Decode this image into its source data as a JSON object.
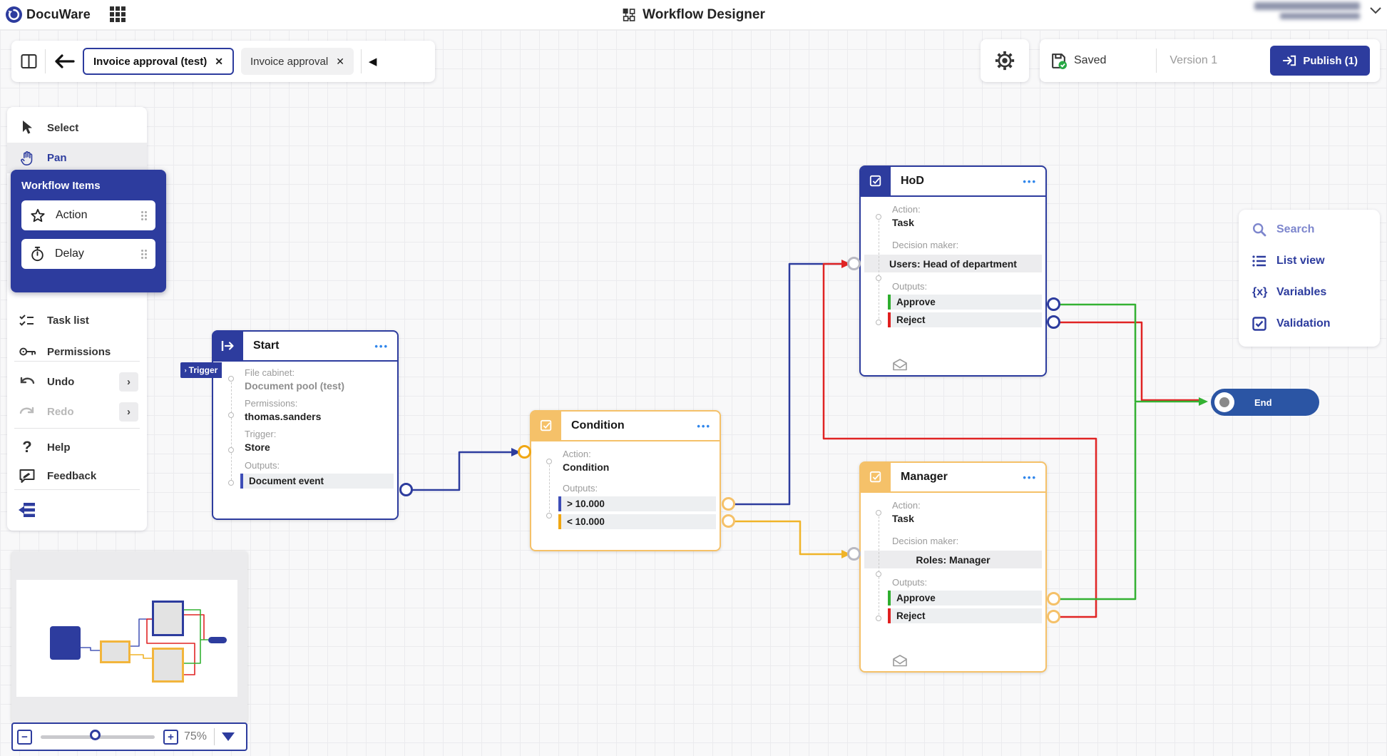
{
  "topbar": {
    "brand": "DocuWare",
    "title": "Workflow Designer"
  },
  "tabs": {
    "tab1": "Invoice approval (test)",
    "tab1_close": "✕",
    "tab2": "Invoice approval",
    "tab2_close": "✕",
    "collapse_left": "◀"
  },
  "status": {
    "saved": "Saved",
    "version": "Version 1",
    "publish": "Publish (1)"
  },
  "tools": {
    "select": "Select",
    "pan": "Pan"
  },
  "workflow_items": {
    "title": "Workflow Items",
    "action": "Action",
    "delay": "Delay"
  },
  "sidebar": {
    "task_list": "Task list",
    "permissions": "Permissions",
    "undo": "Undo",
    "redo": "Redo",
    "help": "Help",
    "feedback": "Feedback",
    "expand_chevron": "›"
  },
  "right_panel": {
    "search": "Search",
    "list_view": "List view",
    "variables": "Variables",
    "validation": "Validation"
  },
  "nodes": {
    "start": {
      "title": "Start",
      "tag": "Trigger",
      "menu": "•••",
      "fields": [
        {
          "label": "File cabinet:",
          "value": "Document pool (test)"
        },
        {
          "label": "Permissions:",
          "value": "thomas.sanders"
        },
        {
          "label": "Trigger:",
          "value": "Store"
        }
      ],
      "outputs_label": "Outputs:",
      "outputs": [
        {
          "label": "Document event"
        }
      ]
    },
    "condition": {
      "title": "Condition",
      "menu": "•••",
      "action_label": "Action:",
      "action_value": "Condition",
      "outputs_label": "Outputs:",
      "outputs": [
        {
          "label": "> 10.000"
        },
        {
          "label": "< 10.000"
        }
      ]
    },
    "hod": {
      "title": "HoD",
      "menu": "•••",
      "action_label": "Action:",
      "action_value": "Task",
      "decision_label": "Decision maker:",
      "decision_value": "Users: Head of department",
      "outputs_label": "Outputs:",
      "outputs": [
        {
          "label": "Approve"
        },
        {
          "label": "Reject"
        }
      ]
    },
    "manager": {
      "title": "Manager",
      "menu": "•••",
      "action_label": "Action:",
      "action_value": "Task",
      "decision_label": "Decision maker:",
      "decision_value": "Roles: Manager",
      "outputs_label": "Outputs:",
      "outputs": [
        {
          "label": "Approve"
        },
        {
          "label": "Reject"
        }
      ]
    },
    "end": {
      "label": "End"
    }
  },
  "zoom": {
    "value": "75%"
  },
  "colors": {
    "indigo": "#2d3c9e",
    "orange_border": "#f5c169",
    "amber_bar": "#f0a713",
    "wire_blue": "#2d3c9e",
    "wire_yellow": "#f0b429",
    "wire_green": "#34b233",
    "wire_red": "#e02424",
    "accent_blue": "#2f86eb",
    "end_pill": "#2b55a4",
    "approve_green": "#2fae2f",
    "reject_red": "#e02020"
  }
}
